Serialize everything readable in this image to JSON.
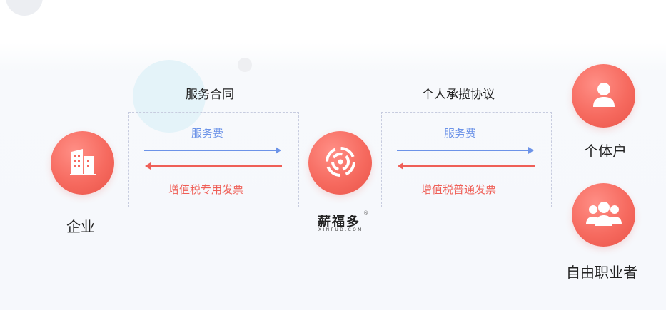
{
  "nodes": {
    "enterprise": {
      "label": "企业"
    },
    "platform": {
      "brand_name": "薪福多",
      "brand_mark": "®",
      "brand_url": "XINFUD.COM"
    },
    "individual_business": {
      "label": "个体户"
    },
    "freelancer": {
      "label": "自由职业者"
    }
  },
  "left_flow": {
    "title": "服务合同",
    "forward_label": "服务费",
    "backward_label": "增值税专用发票"
  },
  "right_flow": {
    "title": "个人承揽协议",
    "forward_label": "服务费",
    "backward_label": "增值税普通发票"
  },
  "colors": {
    "node_red": "#f66a5f",
    "forward_blue": "#6c93e8",
    "backward_red": "#ef5f57",
    "dashed_border": "#c7ccdf"
  },
  "icons": {
    "enterprise": "building-icon",
    "platform": "swirl-logo-icon",
    "individual_business": "person-icon",
    "freelancer": "group-icon"
  }
}
